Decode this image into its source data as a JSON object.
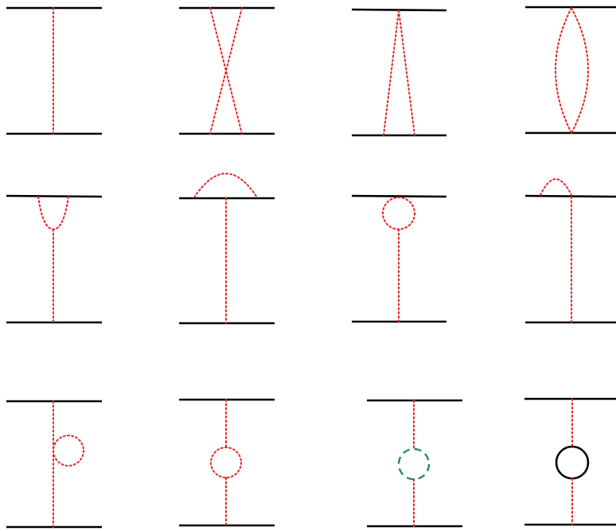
{
  "diagram": {
    "type": "feynman-diagram-grid",
    "rows": 3,
    "columns": 4,
    "panel_count": 12,
    "colors": {
      "line": "#000000",
      "dotted_propagator": "#e3262a",
      "dashed_loop": "#2e8b57",
      "solid_loop": "#000000"
    },
    "panels": [
      {
        "topology": "single-exchange"
      },
      {
        "topology": "crossed-exchange"
      },
      {
        "topology": "converging-exchange"
      },
      {
        "topology": "lens-exchange"
      },
      {
        "topology": "vertex-correction"
      },
      {
        "topology": "arc-on-line"
      },
      {
        "topology": "tadpole-loop"
      },
      {
        "topology": "small-arc-on-line"
      },
      {
        "topology": "side-bubble"
      },
      {
        "topology": "dotted-self-energy-loop"
      },
      {
        "topology": "dashed-self-energy-loop"
      },
      {
        "topology": "solid-self-energy-loop"
      }
    ]
  }
}
